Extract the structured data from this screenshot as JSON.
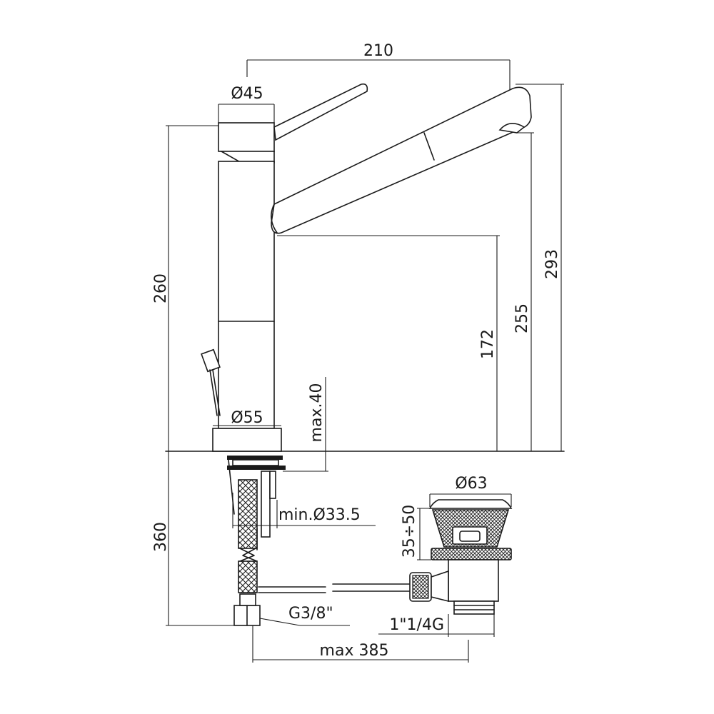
{
  "dimensions": {
    "width_total": "210",
    "diameter_lever": "Ø45",
    "height_body": "260",
    "height_total": "293",
    "height_outlet": "255",
    "height_spout_clear": "172",
    "max_deck": "max.40",
    "diameter_base": "Ø55",
    "min_hole": "min.Ø33.5",
    "height_under": "360",
    "thread_hose": "G3/8\"",
    "max_reach": "max 385",
    "diameter_waste": "Ø63",
    "waste_range": "35÷50",
    "waste_thread": "1\"1/4G"
  },
  "colors": {
    "line": "#1a1a1a",
    "background": "#ffffff"
  }
}
